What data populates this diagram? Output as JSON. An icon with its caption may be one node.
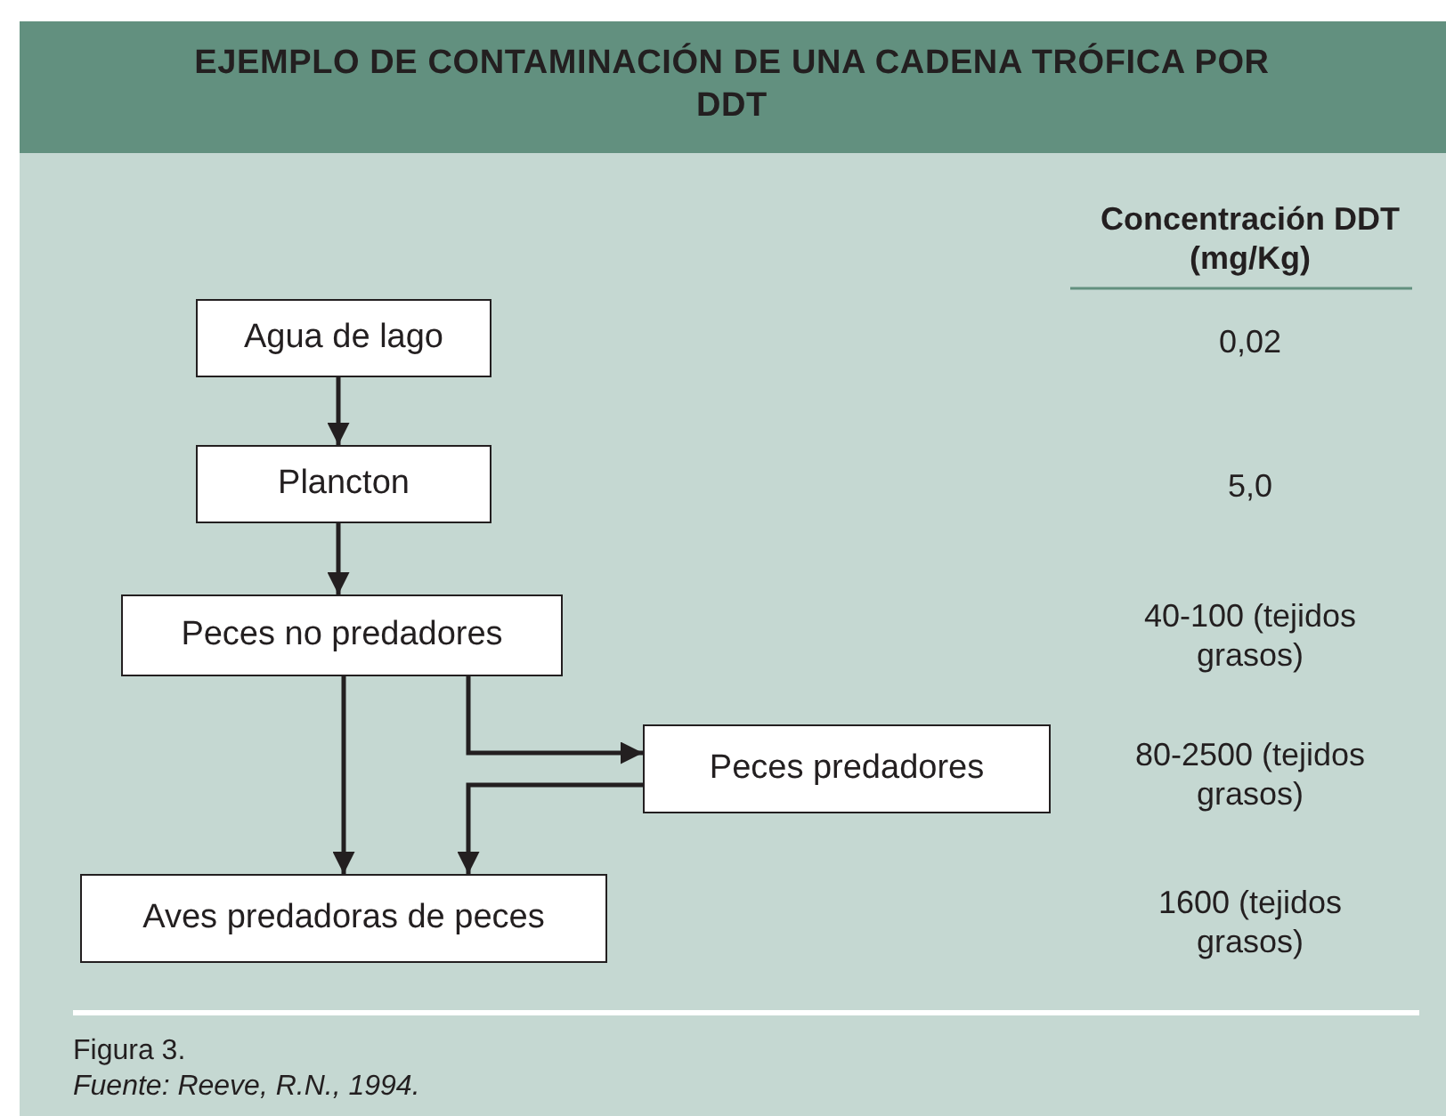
{
  "diagram": {
    "title": "EJEMPLO DE CONTAMINACIÓN DE UNA CADENA TRÓFICA POR DDT",
    "nodes": [
      {
        "text": [
          "Agua de lago"
        ]
      },
      {
        "text": [
          "Plancton"
        ]
      },
      {
        "text": [
          "Peces no predadores"
        ]
      },
      {
        "text": [
          "Peces predadores"
        ]
      },
      {
        "text": [
          "Aves predadoras de peces"
        ]
      }
    ],
    "edges": [
      {
        "from": 0,
        "to": 1,
        "arrow": "to"
      },
      {
        "from": 1,
        "to": 2,
        "arrow": "to"
      },
      {
        "from": 2,
        "to": 4,
        "arrow": "to"
      },
      {
        "from": 2,
        "to": 3,
        "arrow": "to"
      },
      {
        "from": 3,
        "to": 4,
        "arrow": "to"
      }
    ],
    "labels": [
      "Concentración DDT (mg/Kg)",
      "0,02",
      "5,0",
      "40-100 (tejidos grasos)",
      "80-2500 (tejidos grasos)",
      "1600 (tejidos grasos)",
      "Figura 3.",
      "Fuente: Reeve, R.N., 1994."
    ]
  }
}
